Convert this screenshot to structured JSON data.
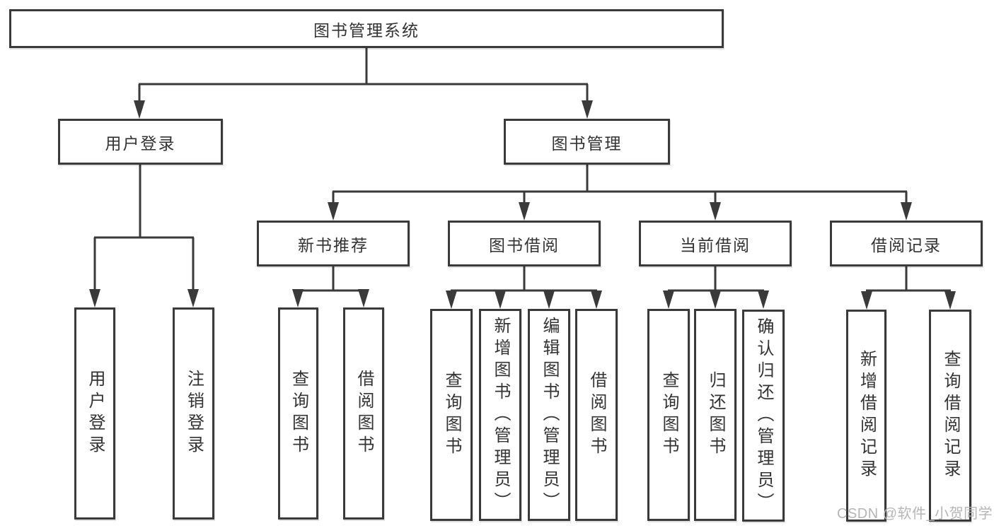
{
  "colors": {
    "background": "#ffffff",
    "line": "#3a3a3a",
    "box_border": "#3a3a3a",
    "box_fill": "#ffffff",
    "text": "#333333",
    "watermark_text": "#b6b6b6"
  },
  "tree": {
    "root": "图书管理系统",
    "branches": [
      {
        "label": "用户登录",
        "children": [
          "用户登录",
          "注销登录"
        ]
      },
      {
        "label": "图书管理",
        "groups": [
          {
            "label": "新书推荐",
            "children": [
              "查询图书",
              "借阅图书"
            ]
          },
          {
            "label": "图书借阅",
            "children": [
              "查询图书",
              "新增图书（管理员）",
              "编辑图书（管理员）",
              "借阅图书"
            ]
          },
          {
            "label": "当前借阅",
            "children": [
              "查询图书",
              "归还图书",
              "确认归还（管理员）"
            ]
          },
          {
            "label": "借阅记录",
            "children": [
              "新增借阅记录",
              "查询借阅记录"
            ]
          }
        ]
      }
    ]
  },
  "watermark": {
    "text": "CSDN @软件_小贺同学"
  }
}
